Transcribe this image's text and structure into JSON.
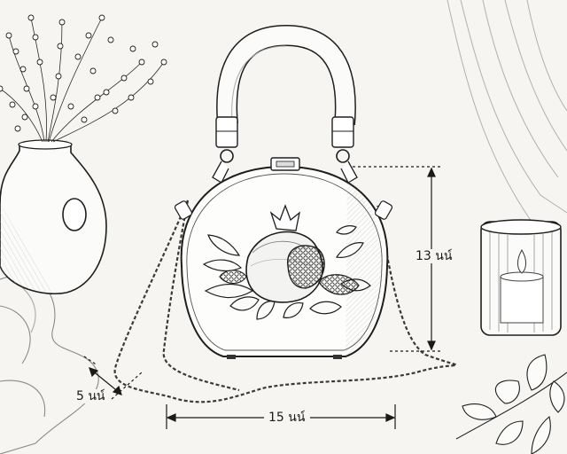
{
  "dimensions": {
    "height_label": "13 นน์",
    "width_label": "15 นน์",
    "depth_label": "5 นน์"
  },
  "colors": {
    "background": "#f6f5f2",
    "ink": "#1a1a1a"
  },
  "icons": [
    "vase-icon",
    "flowers-icon",
    "handbag-icon",
    "pomegranate-icon",
    "candle-icon",
    "leaf-icon",
    "chain-strap-icon",
    "curtain-icon"
  ]
}
